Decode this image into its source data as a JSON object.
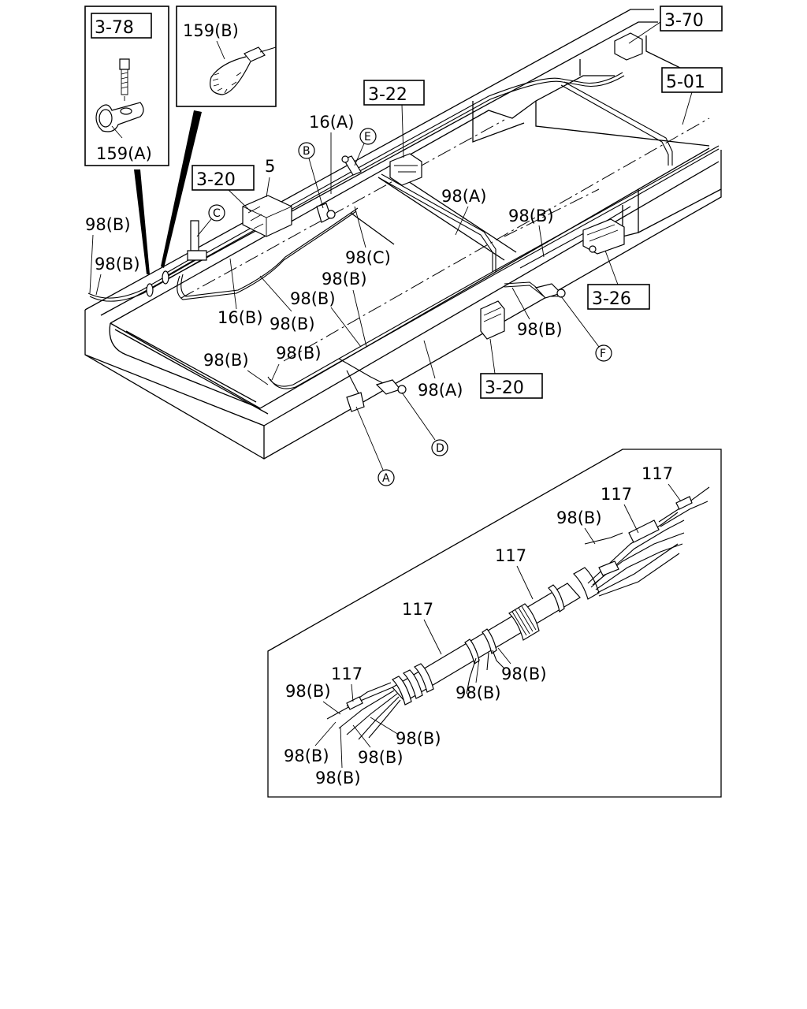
{
  "refs": {
    "r378": "3-78",
    "r370": "3-70",
    "r501": "5-01",
    "r322": "3-22",
    "r320a": "3-20",
    "r320b": "3-20",
    "r326": "3-26"
  },
  "circles": {
    "a": "A",
    "b": "B",
    "c": "C",
    "d": "D",
    "e": "E",
    "f": "F"
  },
  "labels": {
    "l159b": "159(B)",
    "l159a": "159(A)",
    "l16a": "16(A)",
    "l16b": "16(B)",
    "l5": "5",
    "l98a_1": "98(A)",
    "l98a_2": "98(A)",
    "l98b_1": "98(B)",
    "l98b_2": "98(B)",
    "l98b_3": "98(B)",
    "l98b_4": "98(B)",
    "l98b_5": "98(B)",
    "l98b_6": "98(B)",
    "l98b_7": "98(B)",
    "l98b_8": "98(B)",
    "l98b_9": "98(B)",
    "l98c": "98(C)",
    "d117_1": "117",
    "d117_2": "117",
    "d117_3": "117",
    "d117_4": "117",
    "d117_5": "117",
    "d98b_1": "98(B)",
    "d98b_2": "98(B)",
    "d98b_3": "98(B)",
    "d98b_4": "98(B)",
    "d98b_5": "98(B)",
    "d98b_6": "98(B)",
    "d98b_7": "98(B)"
  }
}
